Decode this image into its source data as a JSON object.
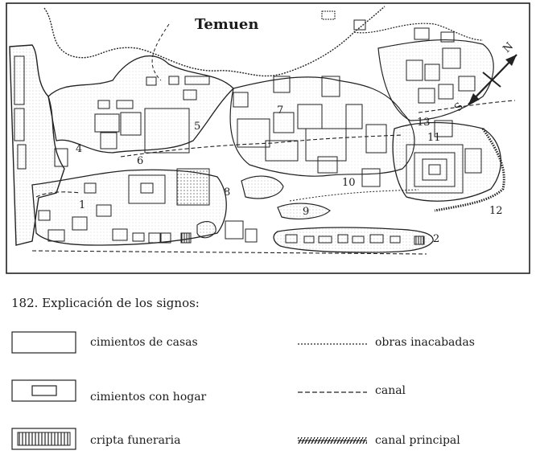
{
  "map": {
    "title": "Temuen",
    "compass": {
      "north": "N",
      "south": "S"
    },
    "site_labels": [
      "1",
      "2",
      "4",
      "5",
      "6",
      "7",
      "8",
      "9",
      "10",
      "11",
      "12",
      "13"
    ]
  },
  "caption": "182.  Explicación de los signos:",
  "legend": {
    "foundations": "cimientos de casas",
    "hearth": "cimientos con hogar",
    "crypt": "cripta funeraria",
    "unfinished": "obras inacabadas",
    "canal": "canal",
    "main_canal": "canal principal"
  },
  "colors": {
    "ink": "#1c1c1c",
    "paper": "#ffffff"
  }
}
